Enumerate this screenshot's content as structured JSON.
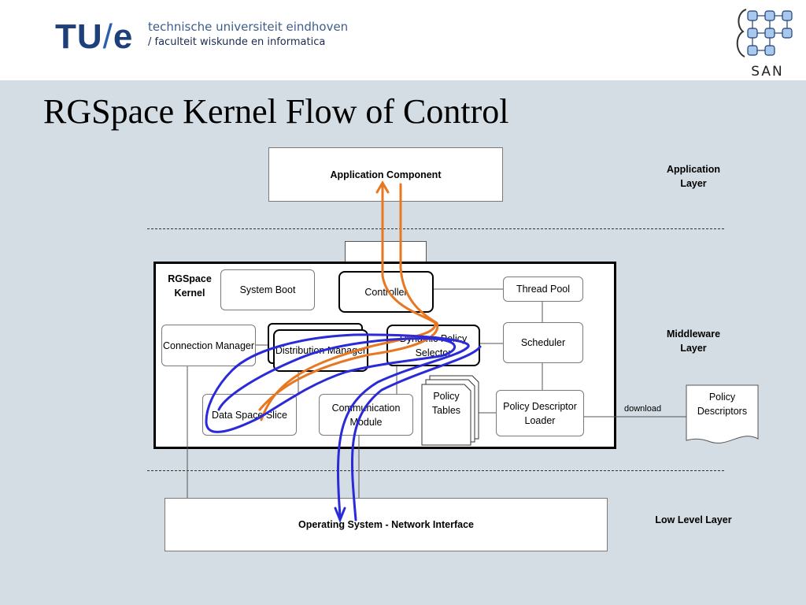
{
  "header": {
    "logo_tu": "TU",
    "logo_slash": "/",
    "logo_e": "e",
    "university": "technische universiteit eindhoven",
    "faculty": "/ faculteit wiskunde en informatica",
    "san_logo_text": "SAN"
  },
  "title": "RGSpace Kernel Flow of Control",
  "layers": {
    "application": "Application Layer",
    "middleware": "Middleware Layer",
    "low_level": "Low Level Layer"
  },
  "boxes": {
    "application_component": "Application Component",
    "kernel_label": "RGSpace Kernel",
    "system_boot": "System Boot",
    "controller": "Controller",
    "thread_pool": "Thread Pool",
    "connection_manager": "Connection Manager",
    "distribution_manager": "Distribution Manager",
    "dynamic_policy_selector": "Dynamic Policy Selector",
    "scheduler": "Scheduler",
    "data_space_slice": "Data Space Slice",
    "communication_module": "Communication Module",
    "policy_tables": "Policy Tables",
    "policy_descriptor_loader": "Policy Descriptor Loader",
    "policy_descriptors": "Policy Descriptors",
    "operating_system": "Operating System - Network Interface"
  },
  "download_label": "download",
  "colors": {
    "background": "#d3dde3",
    "flow_orange": "#e87722",
    "flow_blue": "#2a2ad8",
    "tue_blue": "#1f3f7a"
  }
}
